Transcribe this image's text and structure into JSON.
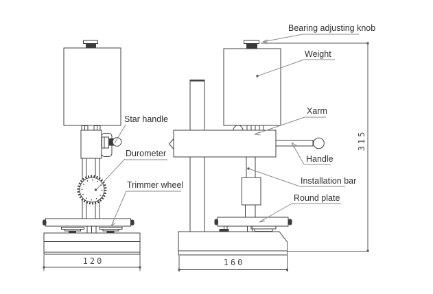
{
  "labels": {
    "bearing_adjusting_knob": "Bearing adjusting knob",
    "weight": "Weight",
    "xarm": "Xarm",
    "handle": "Handle",
    "installation_bar": "Installation bar",
    "round_plate": "Round plate",
    "star_handle": "Star handle",
    "durometer": "Durometer",
    "trimmer_wheel": "Trimmer wheel"
  },
  "dimensions": {
    "front_view_width": "120",
    "side_view_width": "160",
    "overall_height": "315"
  },
  "colors": {
    "line": "#3f3f3f",
    "leader": "#8a8a8a",
    "dimension": "#555555",
    "text": "#2e2e2e",
    "background": "#ffffff"
  }
}
